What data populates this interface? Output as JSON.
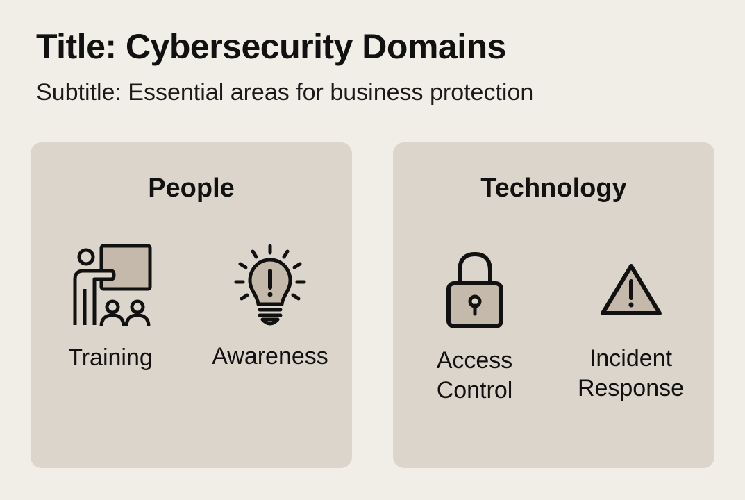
{
  "header": {
    "title": "Title: Cybersecurity Domains",
    "subtitle": "Subtitle: Essential areas for business protection"
  },
  "panels": [
    {
      "heading": "People",
      "items": [
        {
          "label": "Training",
          "icon": "presenter-icon"
        },
        {
          "label": "Awareness",
          "icon": "lightbulb-alert-icon"
        }
      ]
    },
    {
      "heading": "Technology",
      "items": [
        {
          "label_line1": "Access",
          "label_line2": "Control",
          "icon": "padlock-icon"
        },
        {
          "label_line1": "Incident",
          "label_line2": "Response",
          "icon": "warning-triangle-icon"
        }
      ]
    }
  ],
  "colors": {
    "background": "#f1eee8",
    "panel": "#dcd5cc",
    "icon_fill": "#c4b9ab",
    "stroke": "#111111"
  }
}
